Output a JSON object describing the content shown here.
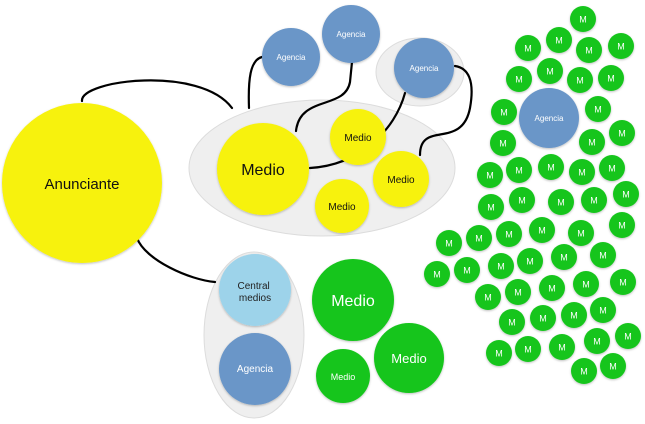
{
  "diagram": {
    "advertiser": {
      "label": "Anunciante"
    },
    "media_group": {
      "main_medium": {
        "label": "Medio"
      },
      "media": [
        {
          "label": "Medio"
        },
        {
          "label": "Medio"
        },
        {
          "label": "Medio"
        }
      ]
    },
    "agencies_top": [
      {
        "label": "Agencia"
      },
      {
        "label": "Agencia"
      },
      {
        "label": "Agencia"
      }
    ],
    "central_group": {
      "central": {
        "label": "Central\nmedios",
        "line1": "Central",
        "line2": "medios"
      },
      "agency": {
        "label": "Agencia"
      }
    },
    "green_media": [
      {
        "label": "Medio"
      },
      {
        "label": "Medio"
      },
      {
        "label": "Medio"
      }
    ],
    "cluster": {
      "agency": {
        "label": "Agencia"
      },
      "small_media_label": "M",
      "small_media_count": 54
    },
    "colors": {
      "yellow": "#f7f20a",
      "blue": "#6a96c8",
      "light_blue": "#9dd3ea",
      "green": "#15c51c",
      "group_bg": "#efefef"
    }
  }
}
